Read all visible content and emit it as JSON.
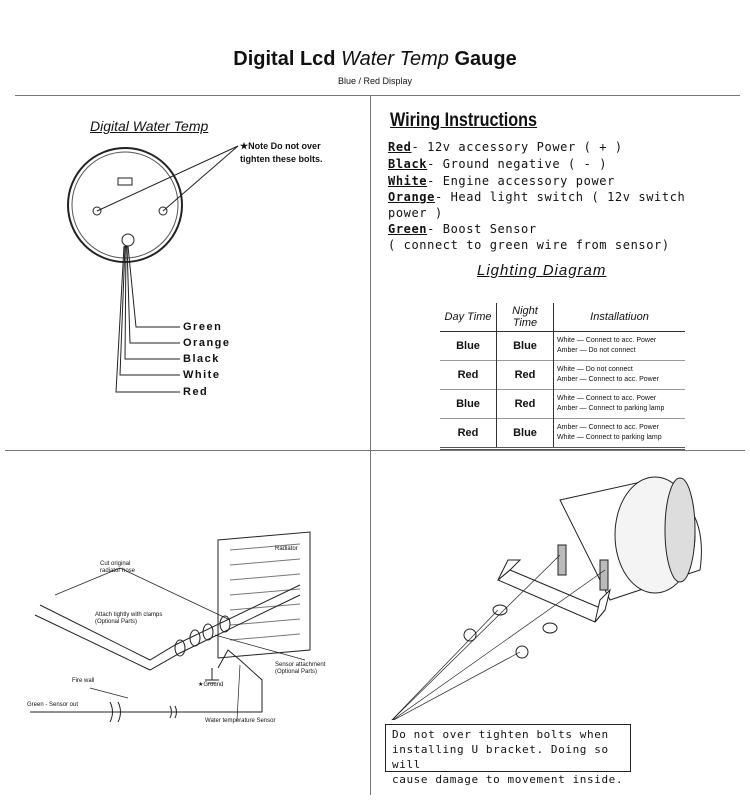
{
  "header": {
    "title_bold": "Digital Lcd",
    "title_italic": "Water Temp",
    "title_end": "Gauge",
    "subtitle": "Blue / Red Display"
  },
  "gauge_section": {
    "heading": "Digital Water Temp",
    "note_line1": "★Note Do not over",
    "note_line2": "tighten these bolts.",
    "wires": [
      "Green",
      "Orange",
      "Black",
      "White",
      "Red"
    ]
  },
  "wiring": {
    "title": "Wiring Instructions",
    "lines": [
      {
        "color": "Red",
        "text": "- 12v accessory Power  ( + )"
      },
      {
        "color": "Black",
        "text": "- Ground negative  ( - )"
      },
      {
        "color": "White",
        "text": "- Engine accessory power"
      },
      {
        "color": "Orange",
        "text": "- Head light switch  ( 12v switch"
      },
      {
        "color": "",
        "text": "power )"
      },
      {
        "color": "Green",
        "text": "- Boost Sensor"
      },
      {
        "color": "",
        "text": "( connect to green wire from sensor)"
      }
    ]
  },
  "lighting": {
    "title": "Lighting Diagram",
    "headers": [
      "Day Time",
      "Night Time",
      "Installatiuon"
    ],
    "rows": [
      {
        "day": "Blue",
        "night": "Blue",
        "inst1": "White — Connect to acc. Power",
        "inst2": "Amber — Do not connect"
      },
      {
        "day": "Red",
        "night": "Red",
        "inst1": "White — Do not connect",
        "inst2": "Amber — Connect to acc. Power"
      },
      {
        "day": "Blue",
        "night": "Red",
        "inst1": "White — Connect to acc. Power",
        "inst2": "Amber — Connect to parking lamp"
      },
      {
        "day": "Red",
        "night": "Blue",
        "inst1": "Amber — Connect to acc. Power",
        "inst2": "White — Connect to parking lamp"
      }
    ]
  },
  "install": {
    "radiator": "Radiator",
    "cut_hose1": "Cut original",
    "cut_hose2": "radiator hose",
    "clamps1": "Attach tightly with clamps",
    "clamps2": "(Optional Parts)",
    "sensor_att1": "Sensor attachment",
    "sensor_att2": "(Optional Parts)",
    "ground": "★Ground",
    "firewall": "Fire wall",
    "green_out": "Green - Sensor out",
    "water_sensor": "Water temperature Sensor"
  },
  "bracket": {
    "warning1": "Do not over tighten bolts when",
    "warning2": "installing U bracket. Doing so will",
    "warning3": "cause damage to movement inside."
  }
}
